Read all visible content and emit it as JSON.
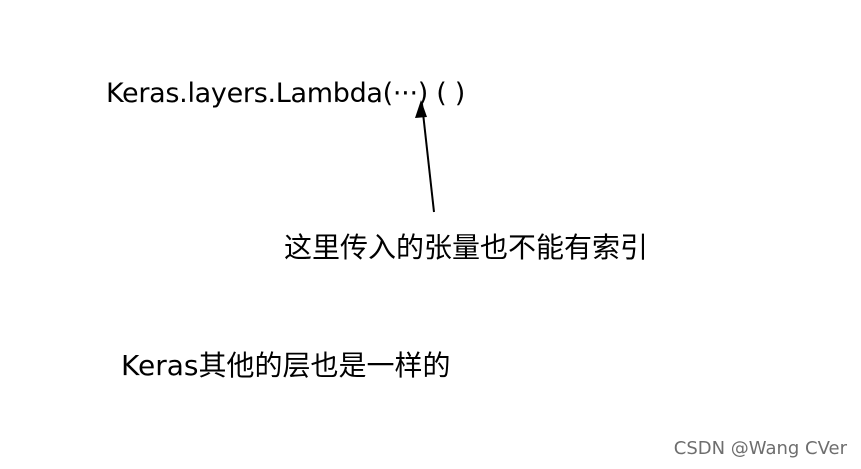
{
  "diagram": {
    "code_text": "Keras.layers.Lambda(···) ( )",
    "annotation_text": "这里传入的张量也不能有索引",
    "note_text": "Keras其他的层也是一样的",
    "watermark": "CSDN @Wang CVer",
    "colors": {
      "text": "#000000",
      "arrow": "#000000",
      "watermark": "#6e6e6e",
      "background": "#ffffff"
    }
  }
}
